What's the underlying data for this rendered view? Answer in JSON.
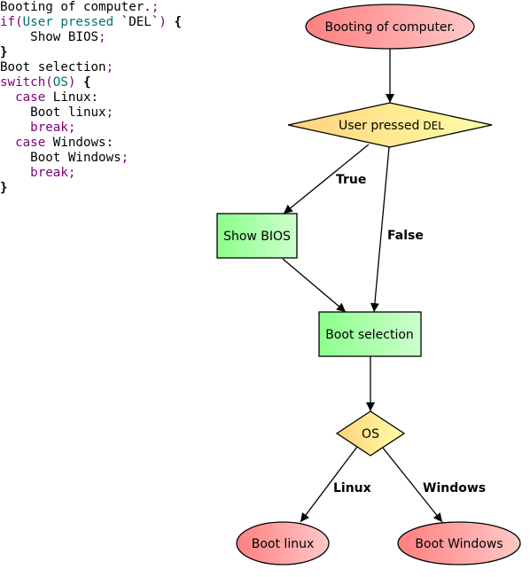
{
  "code": {
    "lines": [
      [
        {
          "t": "Booting of computer."
        },
        {
          "t": ";",
          "c": "pn"
        }
      ],
      [
        {
          "t": "if",
          "c": "kw"
        },
        {
          "t": "(",
          "c": "pn"
        },
        {
          "t": "User pressed",
          "c": "var"
        },
        {
          "t": " `DEL`"
        },
        {
          "t": ")",
          "c": "pn"
        },
        {
          "t": " {",
          "c": "bold"
        }
      ],
      [
        {
          "t": "    Show BIOS"
        },
        {
          "t": ";",
          "c": "pn"
        }
      ],
      [
        {
          "t": "}",
          "c": "bold"
        }
      ],
      [
        {
          "t": "Boot selection"
        },
        {
          "t": ";",
          "c": "pn"
        }
      ],
      [
        {
          "t": "switch",
          "c": "kw"
        },
        {
          "t": "(",
          "c": "pn"
        },
        {
          "t": "OS",
          "c": "var"
        },
        {
          "t": ")",
          "c": "pn"
        },
        {
          "t": " {",
          "c": "bold"
        }
      ],
      [
        {
          "t": "  "
        },
        {
          "t": "case",
          "c": "kw"
        },
        {
          "t": " Linux:"
        }
      ],
      [
        {
          "t": "    Boot linux"
        },
        {
          "t": ";",
          "c": "pn"
        }
      ],
      [
        {
          "t": "    "
        },
        {
          "t": "break",
          "c": "kw"
        },
        {
          "t": ";",
          "c": "pn"
        }
      ],
      [
        {
          "t": "  "
        },
        {
          "t": "case",
          "c": "kw"
        },
        {
          "t": " Windows:"
        }
      ],
      [
        {
          "t": "    Boot Windows"
        },
        {
          "t": ";",
          "c": "pn"
        }
      ],
      [
        {
          "t": "    "
        },
        {
          "t": "break",
          "c": "kw"
        },
        {
          "t": ";",
          "c": "pn"
        }
      ],
      [
        {
          "t": "}",
          "c": "bold"
        }
      ]
    ]
  },
  "flowchart": {
    "nodes": {
      "start": {
        "label": "Booting of computer.",
        "shape": "ellipse"
      },
      "decision_del": {
        "label": "User pressed",
        "label_suffix": "DEL",
        "shape": "diamond"
      },
      "show_bios": {
        "label": "Show BIOS",
        "shape": "rect"
      },
      "boot_selection": {
        "label": "Boot selection",
        "shape": "rect"
      },
      "decision_os": {
        "label": "OS",
        "shape": "diamond"
      },
      "boot_linux": {
        "label": "Boot linux",
        "shape": "ellipse"
      },
      "boot_windows": {
        "label": "Boot Windows",
        "shape": "ellipse"
      }
    },
    "edges": {
      "true_label": "True",
      "false_label": "False",
      "linux_label": "Linux",
      "windows_label": "Windows"
    },
    "colors": {
      "ellipse_fill_dark": "#ff8080",
      "ellipse_fill_light": "#ffc8c8",
      "diamond_fill_dark": "#ffd27a",
      "diamond_fill_light": "#ffffa8",
      "rect_fill_dark": "#8cff8c",
      "rect_fill_light": "#ccffcc",
      "stroke": "#000000"
    }
  }
}
